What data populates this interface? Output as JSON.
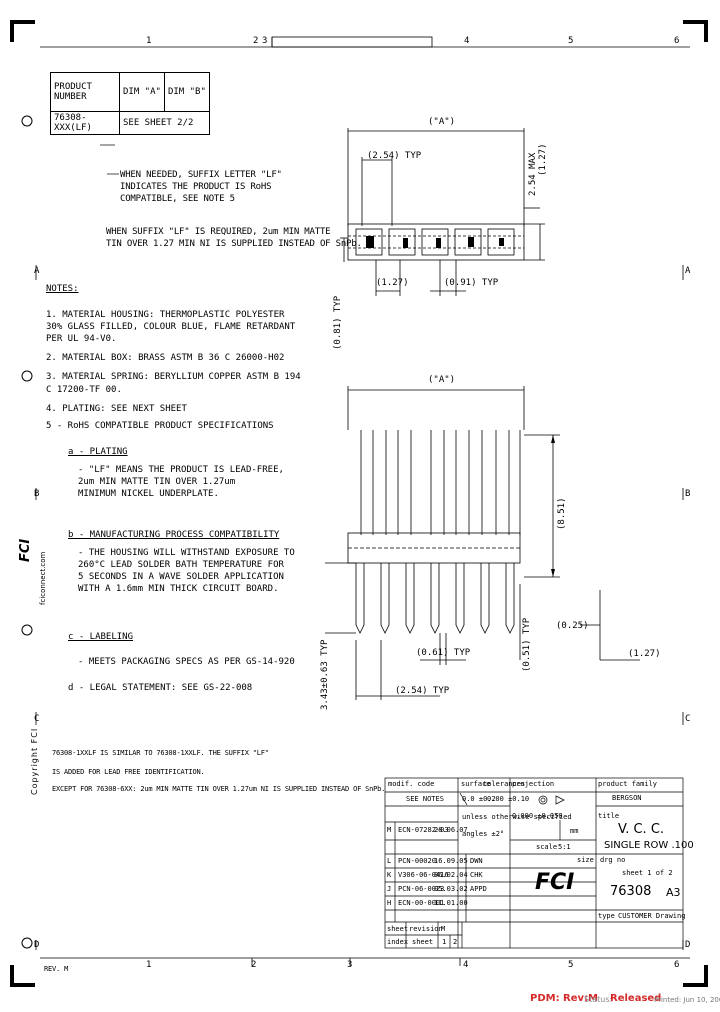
{
  "frame": {
    "top_zones": [
      "1",
      "2",
      "3",
      "4",
      "5",
      "6"
    ],
    "bottom_zones": [
      "1",
      "2",
      "3",
      "4",
      "5",
      "6"
    ],
    "side_zones": [
      "A",
      "B",
      "C",
      "D"
    ],
    "revision_label": "REV. M",
    "vertical_copyright": "Copyright FCI",
    "vertical_url": "fciconnect.com",
    "logo_text": "FCI"
  },
  "product_table": {
    "headers": [
      "PRODUCT NUMBER",
      "DIM \"A\"",
      "DIM \"B\""
    ],
    "row_part": "76308-XXX(LF)",
    "row_dims": "SEE SHEET 2/2"
  },
  "callouts": {
    "lf_suffix": [
      "WHEN NEEDED, SUFFIX LETTER \"LF\"",
      "INDICATES THE PRODUCT IS RoHS",
      "COMPATIBLE, SEE NOTE 5"
    ],
    "lf_plating": [
      "WHEN SUFFIX \"LF\" IS REQUIRED, 2um MIN MATTE",
      "TIN OVER 1.27 MIN NI IS SUPPLIED INSTEAD OF SnPb."
    ]
  },
  "notes": {
    "title": "NOTES:",
    "lines": [
      "1. MATERIAL HOUSING: THERMOPLASTIC POLYESTER",
      "   30% GLASS FILLED, COLOUR BLUE, FLAME RETARDANT",
      "   PER UL 94-V0.",
      "2. MATERIAL BOX: BRASS ASTM B 36 C 26000-H02",
      "3. MATERIAL SPRING: BERYLLIUM COPPER ASTM B 194",
      "   C 17200-TF 00.",
      "4. PLATING: SEE NEXT SHEET",
      "5 - RoHS COMPATIBLE PRODUCT SPECIFICATIONS"
    ],
    "a_title": "a - PLATING",
    "a_lines": [
      "- \"LF\" MEANS THE PRODUCT IS LEAD-FREE,",
      "  2um MIN MATTE TIN OVER 1.27um",
      "  MINIMUM NICKEL UNDERPLATE."
    ],
    "b_title": "b - MANUFACTURING PROCESS COMPATIBILITY",
    "b_lines": [
      "- THE HOUSING WILL WITHSTAND EXPOSURE TO",
      "  260°C LEAD SOLDER BATH TEMPERATURE FOR",
      "  5 SECONDS IN A WAVE SOLDER APPLICATION",
      "  WITH A 1.6mm MIN THICK CIRCUIT BOARD."
    ],
    "c_title": "c - LABELING",
    "c_lines": [
      "- MEETS PACKAGING SPECS AS PER GS-14-920"
    ],
    "d_title": "d - LEGAL STATEMENT: SEE GS-22-008"
  },
  "bottom_text": [
    "76308-1XXLF IS SIMILAR TO 76308-1XXLF. THE SUFFIX \"LF\"",
    "IS ADDED FOR LEAD FREE IDENTIFICATION.",
    "EXCEPT FOR 76308-6XX: 2um MIN MATTE TIN OVER 1.27um NI IS SUPPLIED INSTEAD OF SnPb."
  ],
  "dimensions": {
    "top_A": "(\"A\")",
    "pitch_top": "(2.54) TYP",
    "side_max": "2.54 MAX",
    "side_127": "(1.27)",
    "bot_127": "(1.27)",
    "w091": "(0.91) TYP",
    "v081": "(0.81) TYP",
    "mid_A": "(\"A\")",
    "v851": "(8.51)",
    "v051": "(0.51) TYP",
    "h025": "(0.25)",
    "h127b": "(1.27)",
    "h061": "(0.61) TYP",
    "pitch_bot": "(2.54) TYP",
    "tail": "3.43±0.63 TYP"
  },
  "title_block": {
    "modif": "modif. code",
    "see_notes": "SEE NOTES",
    "surface": "surface",
    "tolerances": "tolerances",
    "proj": "projection",
    "product_family": "product family",
    "family": "BERGSON",
    "tol1": "0.0 ±0.2",
    "tol2": "0.00 ±0.10",
    "tol3": "0.000 ±0.050",
    "angles": "angles ±2°",
    "unless": "unless otherwise specified",
    "title_label": "title",
    "title1": "V. C. C.",
    "title2": "SINGLE ROW .100",
    "scale_label": "scale",
    "scale": "5:1",
    "unit": "mm",
    "size_label": "size",
    "size": "A3",
    "drg_no": "drg no",
    "part": "76308",
    "sheet": "sheet 1 of 2",
    "type": "type",
    "type_value": "CUSTOMER Drawing",
    "dwn": "DWN",
    "chk": "CHK",
    "appd": "APPD",
    "rev_rows": [
      [
        "M",
        "ECN-07282-03",
        "28.06.07"
      ],
      [
        "L",
        "PCN-00020",
        "16.09.05"
      ],
      [
        "K",
        "V306-06-0416",
        "06.02.04"
      ],
      [
        "J",
        "PCN-06-0023",
        "05.03.02"
      ],
      [
        "H",
        "ECN-00-0001",
        "11.01.00"
      ]
    ],
    "sheet_row": "sheet",
    "revision_row": "revision",
    "index_row": "index",
    "rev_m": "M",
    "sheet_numbers": [
      "1",
      "2"
    ]
  },
  "footer": {
    "pdm": "PDM: Rev:M",
    "status_label": "Status:",
    "status": "Released",
    "printed": "Printed: Jun 10, 2008"
  }
}
